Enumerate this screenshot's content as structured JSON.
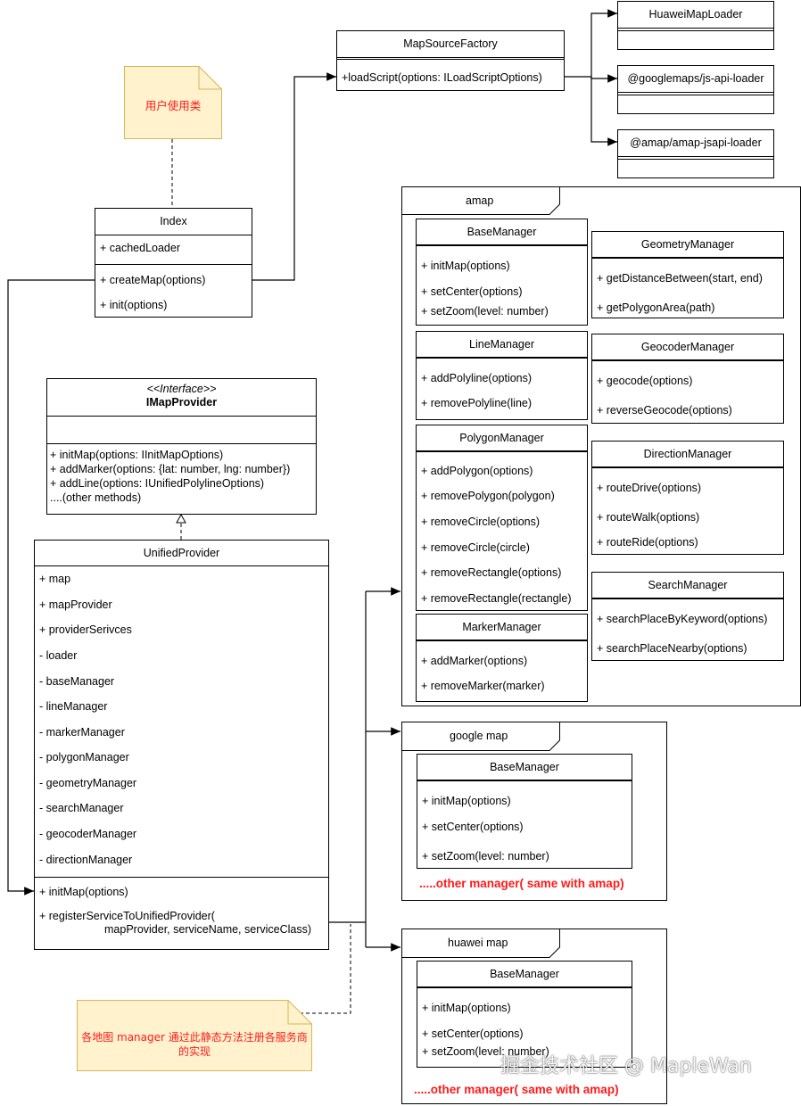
{
  "notes": {
    "user_class": "用户使用类",
    "register_note": "各地图 manager 通过此静态方法注册各服务商的实现"
  },
  "factory": {
    "name": "MapSourceFactory",
    "method": "+loadScript(options: ILoadScriptOptions)"
  },
  "loaders": [
    "HuaweiMapLoader",
    "@googlemaps/js-api-loader",
    "@amap/amap-jsapi-loader"
  ],
  "index": {
    "name": "Index",
    "attribute": "+ cachedLoader",
    "methods": [
      "+ createMap(options)",
      "+ init(options)"
    ]
  },
  "imap": {
    "stereotype": "<<Interface>>",
    "name": "IMapProvider",
    "methods": [
      "+ initMap(options: IInitMapOptions)",
      "+ addMarker(options: {lat: number, lng: number})",
      "+ addLine(options: IUnifiedPolylineOptions)",
      "....(other methods)"
    ]
  },
  "unified": {
    "name": "UnifiedProvider",
    "attributes": [
      "+ map",
      "+ mapProvider",
      "+ providerSerivces",
      "- loader",
      "- baseManager",
      "- lineManager",
      "- markerManager",
      "- polygonManager",
      "- geometryManager",
      "- searchManager",
      "- geocoderManager",
      "- directionManager"
    ],
    "methods": [
      "+ initMap(options)",
      "+ registerServiceToUnifiedProvider(",
      "mapProvider, serviceName, serviceClass)"
    ]
  },
  "amap": {
    "label": "amap",
    "base": {
      "name": "BaseManager",
      "methods": [
        "+ initMap(options)",
        "+ setCenter(options)",
        "+ setZoom(level: number)"
      ]
    },
    "line": {
      "name": "LineManager",
      "methods": [
        "+ addPolyline(options)",
        "+ removePolyline(line)"
      ]
    },
    "polygon": {
      "name": "PolygonManager",
      "methods": [
        "+ addPolygon(options)",
        "+ removePolygon(polygon)",
        "+ removeCircle(options)",
        "+ removeCircle(circle)",
        "+ removeRectangle(options)",
        "+ removeRectangle(rectangle)"
      ]
    },
    "marker": {
      "name": "MarkerManager",
      "methods": [
        "+ addMarker(options)",
        "+ removeMarker(marker)"
      ]
    },
    "geometry": {
      "name": "GeometryManager",
      "methods": [
        "+ getDistanceBetween(start, end)",
        "+ getPolygonArea(path)"
      ]
    },
    "geocoder": {
      "name": "GeocoderManager",
      "methods": [
        "+ geocode(options)",
        "+ reverseGeocode(options)"
      ]
    },
    "direction": {
      "name": "DirectionManager",
      "methods": [
        "+ routeDrive(options)",
        "+ routeWalk(options)",
        "+ routeRide(options)"
      ]
    },
    "search": {
      "name": "SearchManager",
      "methods": [
        "+ searchPlaceByKeyword(options)",
        "+ searchPlaceNearby(options)"
      ]
    }
  },
  "google": {
    "label": "google map",
    "base": {
      "name": "BaseManager",
      "methods": [
        "+ initMap(options)",
        "+ setCenter(options)",
        "+ setZoom(level: number)"
      ]
    },
    "other": ".....other manager( same with amap)"
  },
  "huawei": {
    "label": "huawei map",
    "base": {
      "name": "BaseManager",
      "methods": [
        "+ initMap(options)",
        "+ setCenter(options)",
        "+ setZoom(level: number)"
      ]
    },
    "other": ".....other manager( same with amap)"
  },
  "watermark": "掘金技术社区 @ MapleWan"
}
